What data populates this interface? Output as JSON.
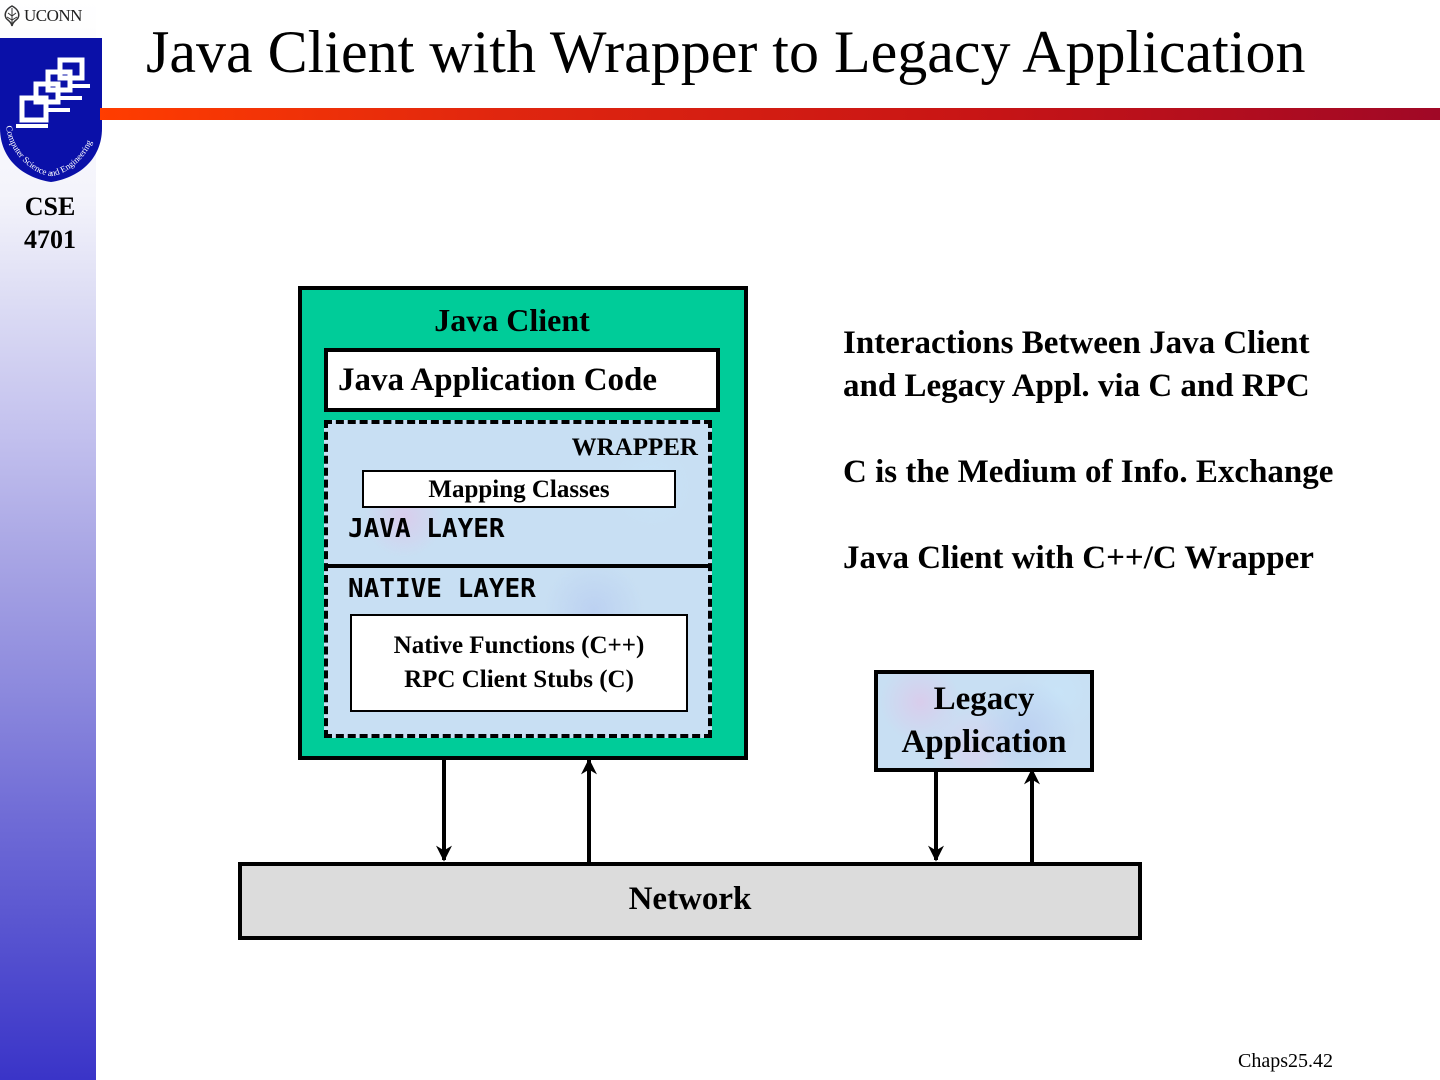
{
  "slide": {
    "title": "Java Client with Wrapper to Legacy Application",
    "footer": "Chaps25.42",
    "accent_bar_colors": [
      "#ff3d00",
      "#a00826"
    ]
  },
  "sidebar": {
    "logo_text": "UCONN",
    "shield_text": "Computer Science and Engineering",
    "course_code": "CSE",
    "course_number": "4701"
  },
  "diagram": {
    "java_client": {
      "label": "Java Client",
      "color": "#00cc99",
      "app_code": "Java Application Code",
      "wrapper": {
        "label": "WRAPPER",
        "mapping_classes": "Mapping Classes",
        "java_layer": "JAVA LAYER",
        "native_layer": "NATIVE LAYER",
        "native_functions": "Native Functions (C++)",
        "rpc_stubs": "RPC Client Stubs (C)"
      }
    },
    "legacy_app": {
      "line1": "Legacy",
      "line2": "Application"
    },
    "network": {
      "label": "Network",
      "color": "#dcdcdc"
    },
    "connections": [
      {
        "from": "java_client",
        "to": "network"
      },
      {
        "from": "network",
        "to": "java_client"
      },
      {
        "from": "legacy_app",
        "to": "network"
      },
      {
        "from": "network",
        "to": "legacy_app"
      }
    ]
  },
  "notes": [
    "Interactions Between Java Client",
    "and Legacy Appl. via C and RPC",
    "C is the Medium of Info. Exchange",
    "Java Client with C++/C Wrapper"
  ]
}
